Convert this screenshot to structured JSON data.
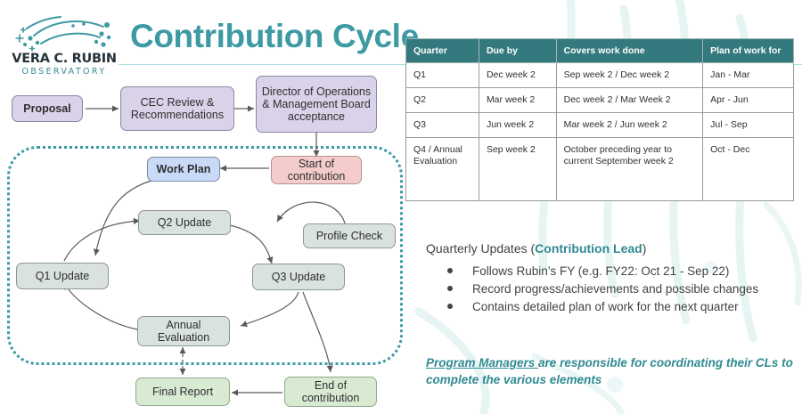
{
  "slide": {
    "title": "Contribution Cycle",
    "accent_teal": "#3d9aa3",
    "table_header_bg": "#34797d"
  },
  "logo": {
    "name": "rubin-observatory-logo",
    "line1": "VERA C. RUBIN",
    "line2": "OBSERVATORY"
  },
  "flow": {
    "top": [
      {
        "id": "proposal",
        "label": "Proposal",
        "color": "purple",
        "bold": true
      },
      {
        "id": "cec-review",
        "label": "CEC Review & Recommendations",
        "color": "purple",
        "bold": false
      },
      {
        "id": "director-ops",
        "label": "Director of Operations & Management Board acceptance",
        "color": "purple",
        "bold": false
      }
    ],
    "cycle": [
      {
        "id": "start-of-contribution",
        "label": "Start of contribution",
        "color": "pink",
        "bold": false
      },
      {
        "id": "work-plan",
        "label": "Work Plan",
        "color": "blue",
        "bold": true
      },
      {
        "id": "q2-update",
        "label": "Q2 Update",
        "color": "grey",
        "bold": false
      },
      {
        "id": "profile-check",
        "label": "Profile Check",
        "color": "grey",
        "bold": false
      },
      {
        "id": "q1-update",
        "label": "Q1 Update",
        "color": "grey",
        "bold": false
      },
      {
        "id": "q3-update",
        "label": "Q3 Update",
        "color": "grey",
        "bold": false
      },
      {
        "id": "annual-evaluation",
        "label": "Annual Evaluation",
        "color": "grey",
        "bold": false
      }
    ],
    "bottom": [
      {
        "id": "final-report",
        "label": "Final Report",
        "color": "green",
        "bold": false
      },
      {
        "id": "end-of-contribution",
        "label": "End of contribution",
        "color": "green",
        "bold": false
      }
    ]
  },
  "table": {
    "headers": [
      "Quarter",
      "Due by",
      "Covers work done",
      "Plan of work for"
    ],
    "rows": [
      [
        "Q1",
        "Dec week 2",
        "Sep week 2 / Dec week 2",
        "Jan - Mar"
      ],
      [
        "Q2",
        "Mar week 2",
        "Dec week 2 / Mar Week 2",
        "Apr - Jun"
      ],
      [
        "Q3",
        "Jun week 2",
        "Mar week 2 / Jun week 2",
        "Jul - Sep"
      ],
      [
        "Q4 / Annual Evaluation",
        "Sep week 2",
        "October preceding year to current September week 2",
        "Oct - Dec"
      ]
    ]
  },
  "notes": {
    "heading_prefix": "Quarterly Updates (",
    "heading_highlight": "Contribution Lead",
    "heading_suffix": ")",
    "bullets": [
      "Follows Rubin’s FY (e.g. FY22: Oct 21 - Sep 22)",
      "Record progress/achievements and possible changes",
      "Contains detailed plan of work for the next quarter"
    ],
    "footnote_underlined": "Program Managers ",
    "footnote_rest": "are responsible for coordinating their CLs to complete the various elements"
  }
}
